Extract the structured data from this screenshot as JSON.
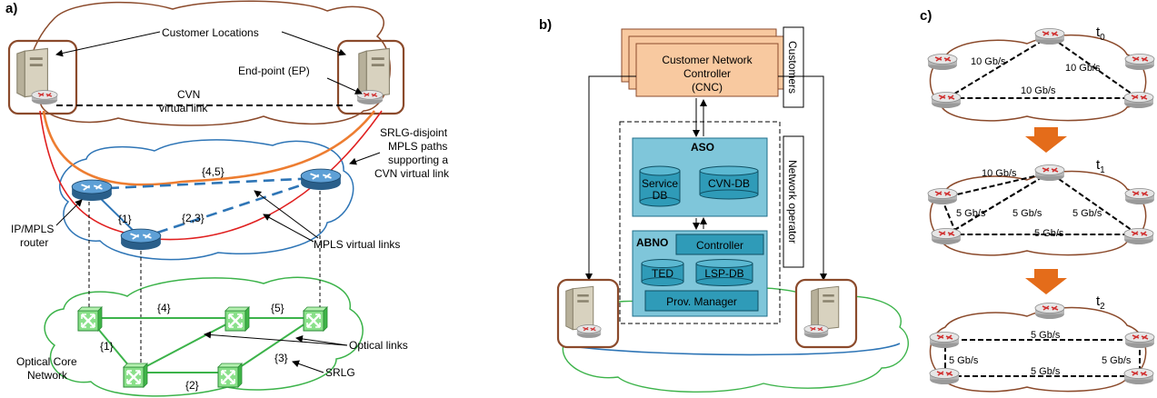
{
  "panel_a": {
    "tag": "a)",
    "customer_locations": "Customer Locations",
    "endpoint": "End-point (EP)",
    "cvn_line1": "CVN",
    "cvn_line2": "virtual link",
    "srlg_line1": "SRLG-disjoint",
    "srlg_line2": "MPLS paths",
    "srlg_line3": "supporting a",
    "srlg_line4": "CVN virtual link",
    "router_line1": "IP/MPLS",
    "router_line2": "router",
    "mpls_links": "MPLS virtual links",
    "optical_links": "Optical links",
    "srlg": "SRLG",
    "core_line1": "Optical Core",
    "core_line2": "Network",
    "set_45": "{4,5}",
    "set_1": "{1}",
    "set_23": "{2,3}",
    "opt_4": "{4}",
    "opt_5": "{5}",
    "opt_1": "{1}",
    "opt_2": "{2}",
    "opt_3": "{3}"
  },
  "panel_b": {
    "tag": "b)",
    "cnc_line1": "Customer Network",
    "cnc_line2": "Controller",
    "cnc_line3": "(CNC)",
    "customers": "Customers",
    "network_operator": "Network operator",
    "aso": "ASO",
    "service_db_line1": "Service",
    "service_db_line2": "DB",
    "cvn_db": "CVN-DB",
    "abno": "ABNO",
    "controller": "Controller",
    "ted": "TED",
    "lsp_db": "LSP-DB",
    "prov_manager": "Prov. Manager"
  },
  "panel_c": {
    "tag": "c)",
    "t0_base": "t",
    "t0_sub": "0",
    "t1_base": "t",
    "t1_sub": "1",
    "t2_base": "t",
    "t2_sub": "2",
    "t0_left": "10 Gb/s",
    "t0_right": "10 Gb/s",
    "t0_bottom": "10 Gb/s",
    "t1_top": "10 Gb/s",
    "t1_a": "5 Gb/s",
    "t1_b": "5 Gb/s",
    "t1_c": "5 Gb/s",
    "t1_bottom": "5 Gb/s",
    "t2_top": "5 Gb/s",
    "t2_left": "5 Gb/s",
    "t2_mid": "5 Gb/s",
    "t2_right": "5 Gb/s"
  },
  "colors": {
    "brown": "#8b4a2b",
    "blue_cloud": "#2e75b6",
    "green_cloud": "#3cb34a",
    "orange": "#ed7d31",
    "red": "#e02020",
    "cnc_fill": "#f8c9a0",
    "aso_fill": "#7fc6da",
    "db_fill": "#2f9bb8",
    "arrow": "#e46c1a"
  }
}
